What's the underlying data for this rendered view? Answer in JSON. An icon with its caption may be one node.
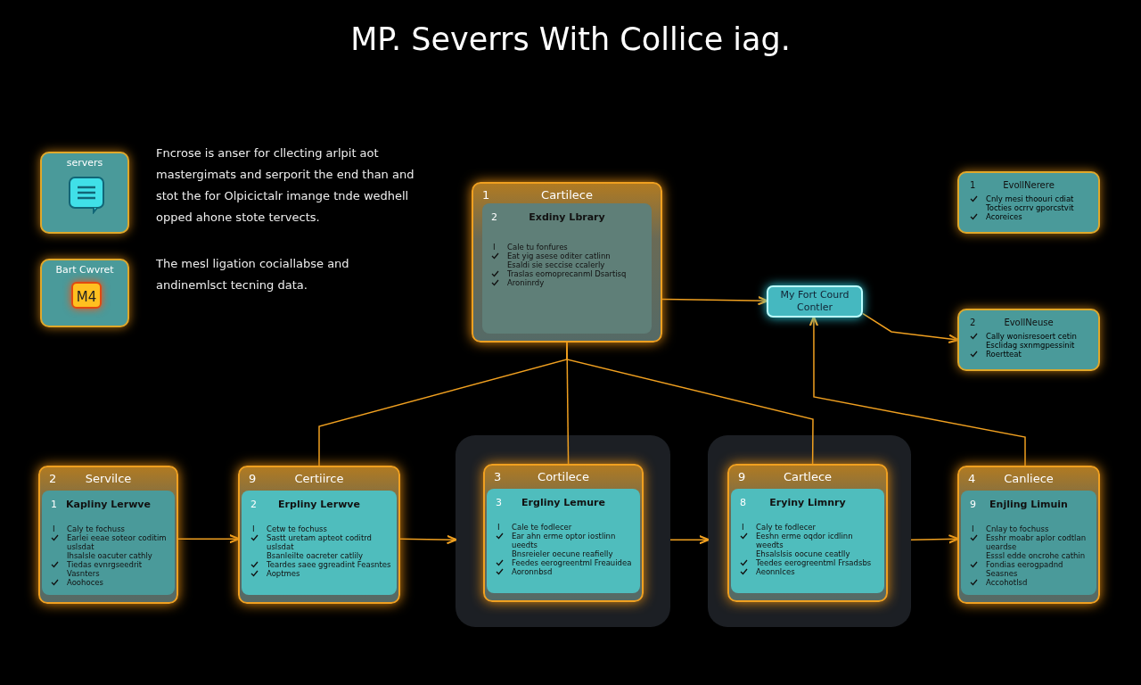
{
  "diagram": {
    "title": "MP. Severrs With Collice iag.",
    "nodes": [
      {
        "text": [
          "servers"
        ]
      },
      {
        "text": [
          "Bart Cwvret",
          "M4"
        ]
      },
      {
        "text": [
          "1",
          "Cartilece"
        ]
      },
      {
        "text": [
          "2",
          "Exdiny Lbrary",
          "I",
          "Cale tu fonfures",
          "Eat yig asese oditer catlinn",
          "Esaldi sie seccise ccalerly",
          "Traslas eomoprecanml Dsartisq",
          "Aroninrdy"
        ],
        "in": 2
      },
      {
        "text": [
          "My Fort Courd Contler"
        ]
      },
      {
        "text": [
          "1",
          "EvollNerere",
          "Cnly mesi thoouri cdiat",
          "Tocties ocrrv gporcstvit",
          "Acoreices"
        ]
      },
      {
        "text": [
          "2",
          "EvollNeuse",
          "Cally wonisresoert cetin",
          "Esclidag sxnmgpessinit",
          "Roertteat"
        ]
      },
      {
        "text": [
          "2",
          "Servilce"
        ]
      },
      {
        "text": [
          "1",
          "Kapliny Lerwve",
          "I",
          "Caly te fochuss",
          "Earlei eeae soteor coditim uslsdat",
          "Ihsalsle oacuter cathly",
          "Tiedas evnrgseedrit Vasnters",
          "Aoohoces"
        ],
        "in": 7
      },
      {
        "text": [
          "9",
          "Certiirce"
        ]
      },
      {
        "text": [
          "2",
          "Erpliny Lerwve",
          "I",
          "Cetw te fochuss",
          "Sastt uretam apteot coditrd uslsdat",
          "Bsanleilte oacreter catlily",
          "Teardes saee ggreadint Feasntes",
          "Aoptmes"
        ],
        "in": 9
      },
      {
        "text": [],
        "shape": "box"
      },
      {
        "text": [
          "3",
          "Cortilece"
        ],
        "in": 11
      },
      {
        "text": [
          "3",
          "Ergliny Lemure",
          "I",
          "Cale te fodlecer",
          "Ear ahn erme optor iostlinn ueedts",
          "Bnsreieler oecune reafielly",
          "Feedes eerogreentml Freauidea",
          "Aoronnbsd"
        ],
        "in": 12
      },
      {
        "text": [],
        "shape": "box"
      },
      {
        "text": [
          "9",
          "Cartlece"
        ],
        "in": 14
      },
      {
        "text": [
          "8",
          "Eryiny Limnry",
          "I",
          "Caly te fodlecer",
          "Eeshn erme oqdor icdlinn weedts",
          "Ehsalslsis oocune ceatlly",
          "Teedes eerogreentml Frsadsbs",
          "Aeonnlces"
        ],
        "in": 15
      },
      {
        "text": [
          "4",
          "Canliece"
        ]
      },
      {
        "text": [
          "9",
          "Enjling Limuin",
          "I",
          "Cnlay to fochuss",
          "Esshr moabr aplor codtlan ueardse",
          "Esssl edde oncrohe cathin",
          "Fondias eerogpadnd Seasnes",
          "Accohotlsd"
        ],
        "in": 17
      }
    ],
    "edges": [
      {
        "from": 2,
        "to": 4,
        "arrow": "to"
      },
      {
        "from": 4,
        "to": 6,
        "arrow": "to"
      },
      {
        "from": 2,
        "to": 9,
        "arrow": "none"
      },
      {
        "from": 2,
        "to": 12,
        "arrow": "none"
      },
      {
        "from": 2,
        "to": 15,
        "arrow": "none"
      },
      {
        "from": 7,
        "to": 9,
        "arrow": "to"
      },
      {
        "from": 9,
        "to": 11,
        "arrow": "to"
      },
      {
        "from": 11,
        "to": 14,
        "arrow": "to"
      },
      {
        "from": 14,
        "to": 17,
        "arrow": "to"
      },
      {
        "from": 17,
        "to": 4,
        "arrow": "to"
      }
    ],
    "labels": [
      "Fncrose is anser for cllecting arlpit aot mastergimats and serporit the end than and stot the for Olpicictalr imange tnde wedhell opped ahone stote tervects.",
      "The mesl ligation cociallabse and andinemlsct tecning data."
    ]
  }
}
